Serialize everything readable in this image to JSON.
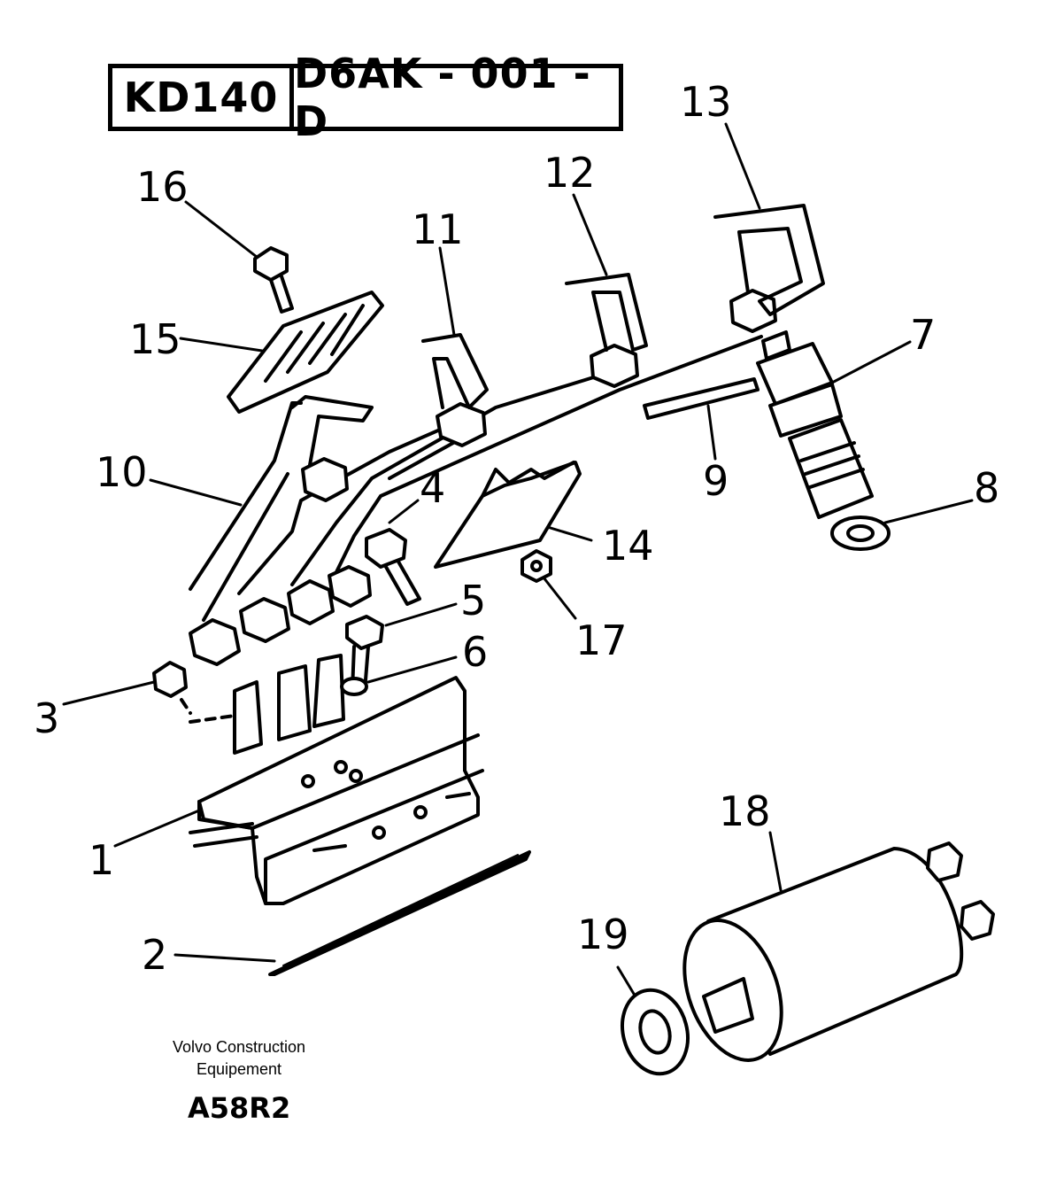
{
  "title": {
    "model": "KD140",
    "code": "D6AK - 001 - D"
  },
  "callouts": [
    "1",
    "2",
    "3",
    "4",
    "5",
    "6",
    "7",
    "8",
    "9",
    "10",
    "11",
    "12",
    "13",
    "14",
    "15",
    "16",
    "17",
    "18",
    "19"
  ],
  "footer": {
    "company_line1": "Volvo Construction",
    "company_line2": "Equipement",
    "figure_code": "A58R2"
  },
  "icons": [
    "injection-pump",
    "gasket",
    "nut",
    "bolt",
    "washer",
    "injector",
    "fuel-line",
    "clamp",
    "fuel-filter"
  ]
}
